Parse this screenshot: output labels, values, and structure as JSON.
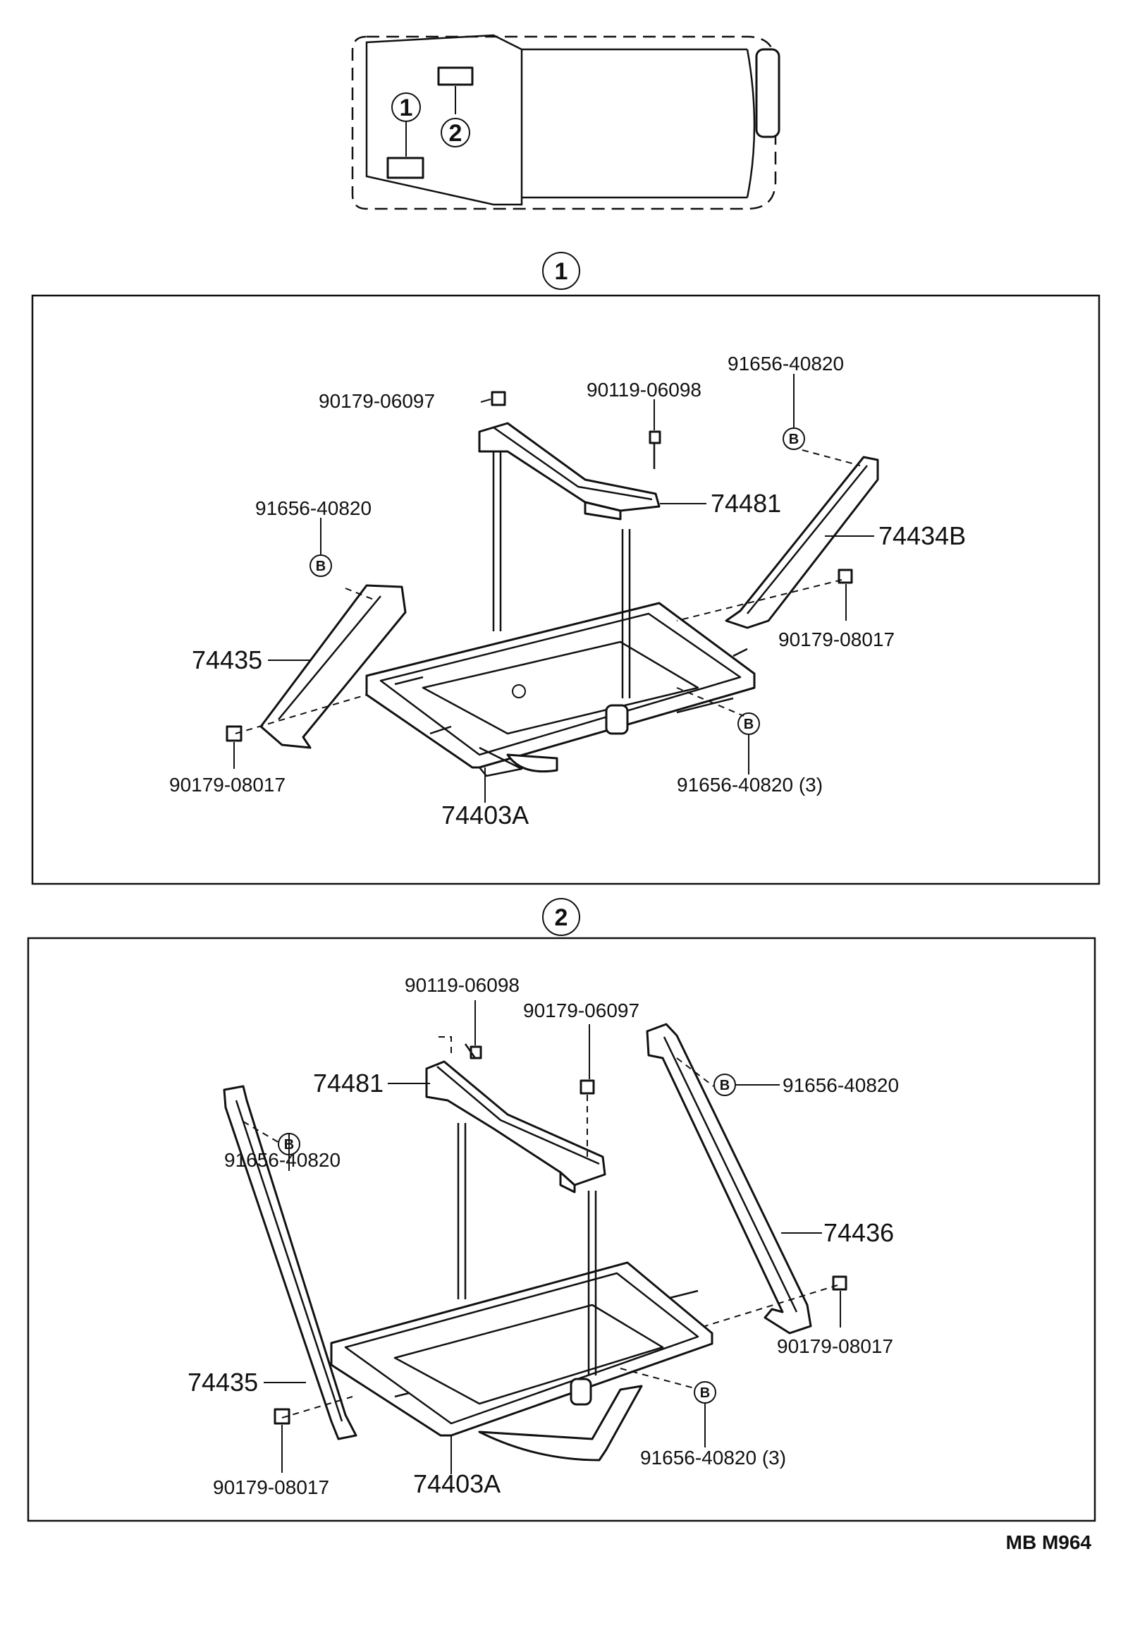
{
  "vehicle_key": {
    "marker_1": "1",
    "marker_2": "2"
  },
  "section_1": {
    "marker": "1",
    "labels": {
      "p90179_06097": "90179-06097",
      "p90119_06098": "90119-06098",
      "p91656_40820_top": "91656-40820",
      "p74481": "74481",
      "p74434b": "74434B",
      "p91656_40820_left": "91656-40820",
      "p74435": "74435",
      "p90179_08017_right": "90179-08017",
      "p90179_08017_left": "90179-08017",
      "p91656_40820_3": "91656-40820 (3)",
      "p74403a": "74403A"
    }
  },
  "section_2": {
    "marker": "2",
    "labels": {
      "p90119_06098": "90119-06098",
      "p90179_06097": "90179-06097",
      "p74481": "74481",
      "p91656_40820_right": "91656-40820",
      "p91656_40820_left": "91656-40820",
      "p74436": "74436",
      "p74435": "74435",
      "p90179_08017_right": "90179-08017",
      "p90179_08017_left": "90179-08017",
      "p91656_40820_3": "91656-40820 (3)",
      "p74403a": "74403A"
    }
  },
  "bolt_symbol": "B",
  "footer_code": "MB  M964"
}
